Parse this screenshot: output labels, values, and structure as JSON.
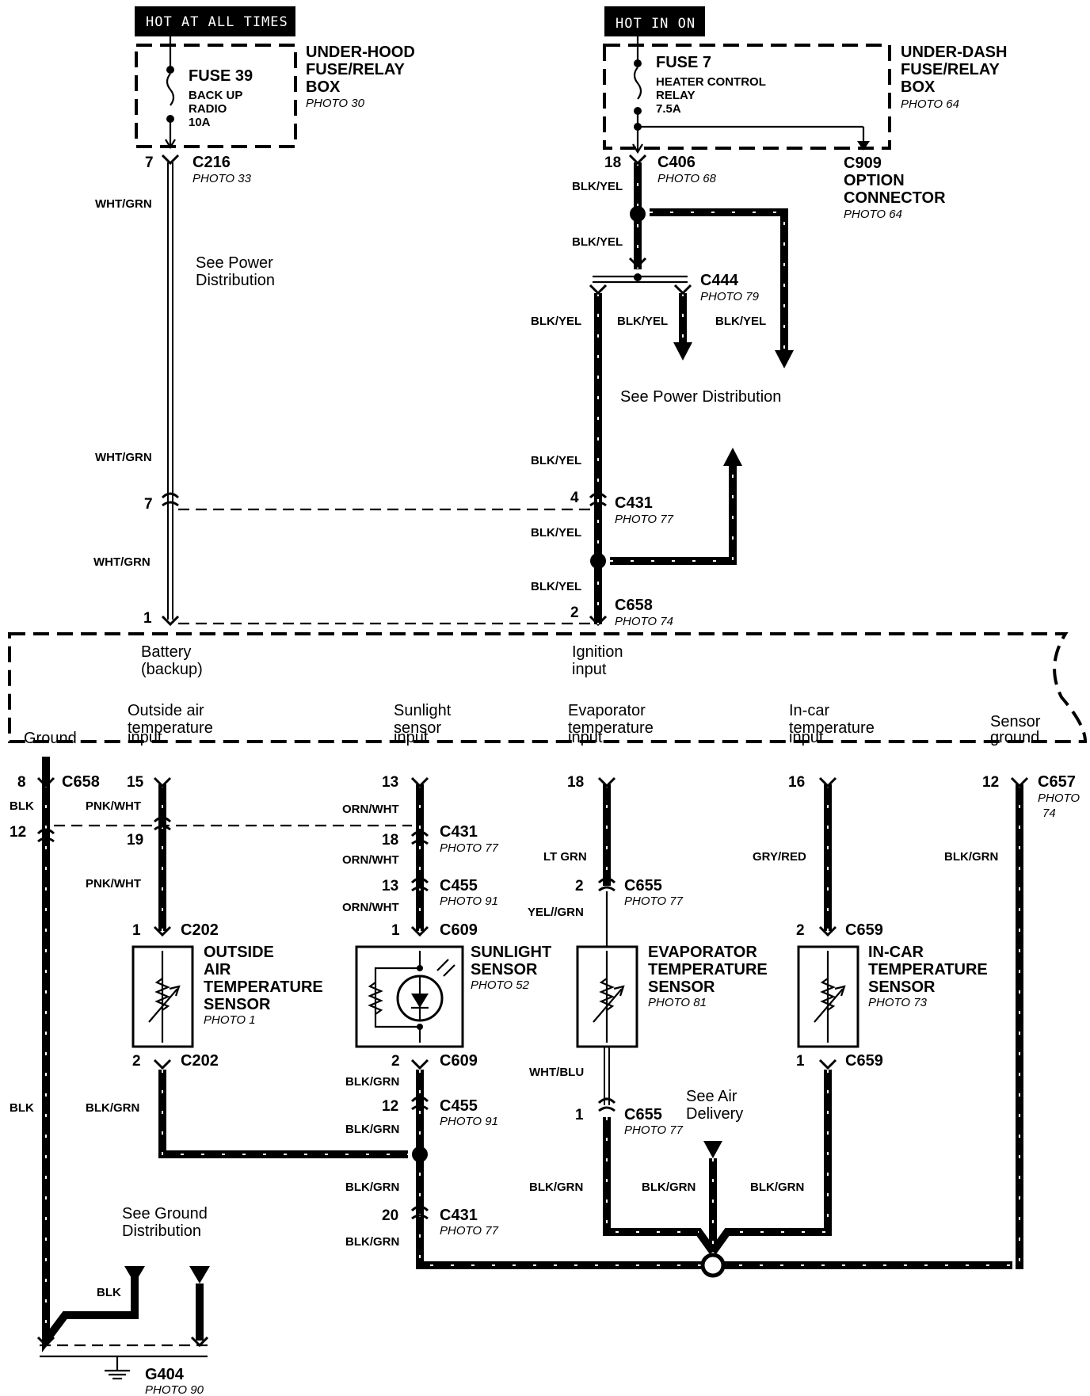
{
  "banners": {
    "hot_at_all_times": "HOT AT ALL TIMES",
    "hot_in_on": "HOT IN ON"
  },
  "boxes": {
    "under_hood": {
      "line1": "UNDER-HOOD",
      "line2": "FUSE/RELAY",
      "line3": "BOX",
      "photo": "PHOTO 30"
    },
    "under_dash": {
      "line1": "UNDER-DASH",
      "line2": "FUSE/RELAY",
      "line3": "BOX",
      "photo": "PHOTO 64"
    }
  },
  "fuses": {
    "fuse39": {
      "name": "FUSE 39",
      "line1": "BACK UP",
      "line2": "RADIO",
      "rating": "10A"
    },
    "fuse7": {
      "name": "FUSE 7",
      "line1": "HEATER CONTROL",
      "line2": "RELAY",
      "rating": "7.5A"
    }
  },
  "connectors": {
    "c216": {
      "name": "C216",
      "photo": "PHOTO 33",
      "pin": "7"
    },
    "c406": {
      "name": "C406",
      "photo": "PHOTO 68",
      "pin": "18"
    },
    "c909": {
      "line1": "C909",
      "line2": "OPTION",
      "line3": "CONNECTOR",
      "photo": "PHOTO 64"
    },
    "c444": {
      "name": "C444",
      "photo": "PHOTO 79"
    },
    "c431_top": {
      "name": "C431",
      "photo": "PHOTO 77",
      "pin_left": "7",
      "pin_right": "4"
    },
    "c658_top": {
      "name": "C658",
      "photo": "PHOTO 74",
      "pin_left": "1",
      "pin_right": "2"
    },
    "c658_bottom": {
      "name": "C658",
      "pin_top": "8",
      "pin_bottom": "12"
    },
    "c657": {
      "name": "C657",
      "photo_line1": "PHOTO",
      "photo_line2": "74",
      "pin": "12"
    },
    "c431_mid": {
      "name": "C431",
      "photo": "PHOTO 77",
      "pin_a": "15",
      "pin_b": "19",
      "pin_c": "13",
      "pin_d": "18"
    },
    "c455_top": {
      "name": "C455",
      "photo": "PHOTO 91",
      "pin": "13"
    },
    "c202_top": {
      "name": "C202",
      "pin": "1"
    },
    "c609_top": {
      "name": "C609",
      "pin": "1"
    },
    "c655_top": {
      "name": "C655",
      "photo": "PHOTO 77",
      "pin_top": "18",
      "pin": "2"
    },
    "c659_top": {
      "name": "C659",
      "pin_top": "16",
      "pin": "2"
    },
    "c202_bottom": {
      "name": "C202",
      "pin": "2"
    },
    "c609_bottom": {
      "name": "C609",
      "pin": "2"
    },
    "c659_bottom": {
      "name": "C659",
      "pin": "1"
    },
    "c455_bottom": {
      "name": "C455",
      "photo": "PHOTO 91",
      "pin": "12"
    },
    "c655_bottom": {
      "name": "C655",
      "photo": "PHOTO 77",
      "pin": "1"
    },
    "c431_bottom": {
      "name": "C431",
      "photo": "PHOTO 77",
      "pin": "20"
    },
    "g404": {
      "name": "G404",
      "photo": "PHOTO 90"
    }
  },
  "wire_colors": {
    "wht_grn": "WHT/GRN",
    "blk_yel": "BLK/YEL",
    "blk": "BLK",
    "pnk_wht": "PNK/WHT",
    "orn_wht": "ORN/WHT",
    "lt_grn": "LT GRN",
    "yel_grn": "YEL//GRN",
    "gry_red": "GRY/RED",
    "blk_grn": "BLK/GRN",
    "wht_blu": "WHT/BLU"
  },
  "references": {
    "power_dist_left": {
      "line1": "See Power",
      "line2": "Distribution"
    },
    "power_dist_right": "See Power Distribution",
    "air_delivery": {
      "line1": "See Air",
      "line2": "Delivery"
    },
    "ground_dist": {
      "line1": "See Ground",
      "line2": "Distribution"
    }
  },
  "control_unit_inputs": {
    "battery": {
      "line1": "Battery",
      "line2": "(backup)"
    },
    "ignition": {
      "line1": "Ignition",
      "line2": "input"
    },
    "ground": "Ground",
    "outside_air": {
      "line1": "Outside air",
      "line2": "temperature",
      "line3": "input"
    },
    "sunlight": {
      "line1": "Sunlight",
      "line2": "sensor",
      "line3": "input"
    },
    "evaporator": {
      "line1": "Evaporator",
      "line2": "temperature",
      "line3": "input"
    },
    "in_car": {
      "line1": "In-car",
      "line2": "temperature",
      "line3": "input"
    },
    "sensor_ground": {
      "line1": "Sensor",
      "line2": "ground"
    }
  },
  "sensors": {
    "outside_air": {
      "line1": "OUTSIDE",
      "line2": "AIR",
      "line3": "TEMPERATURE",
      "line4": "SENSOR",
      "photo": "PHOTO 1"
    },
    "sunlight": {
      "line1": "SUNLIGHT",
      "line2": "SENSOR",
      "photo": "PHOTO 52"
    },
    "evaporator": {
      "line1": "EVAPORATOR",
      "line2": "TEMPERATURE",
      "line3": "SENSOR",
      "photo": "PHOTO 81"
    },
    "in_car": {
      "line1": "IN-CAR",
      "line2": "TEMPERATURE",
      "line3": "SENSOR",
      "photo": "PHOTO 73"
    }
  }
}
